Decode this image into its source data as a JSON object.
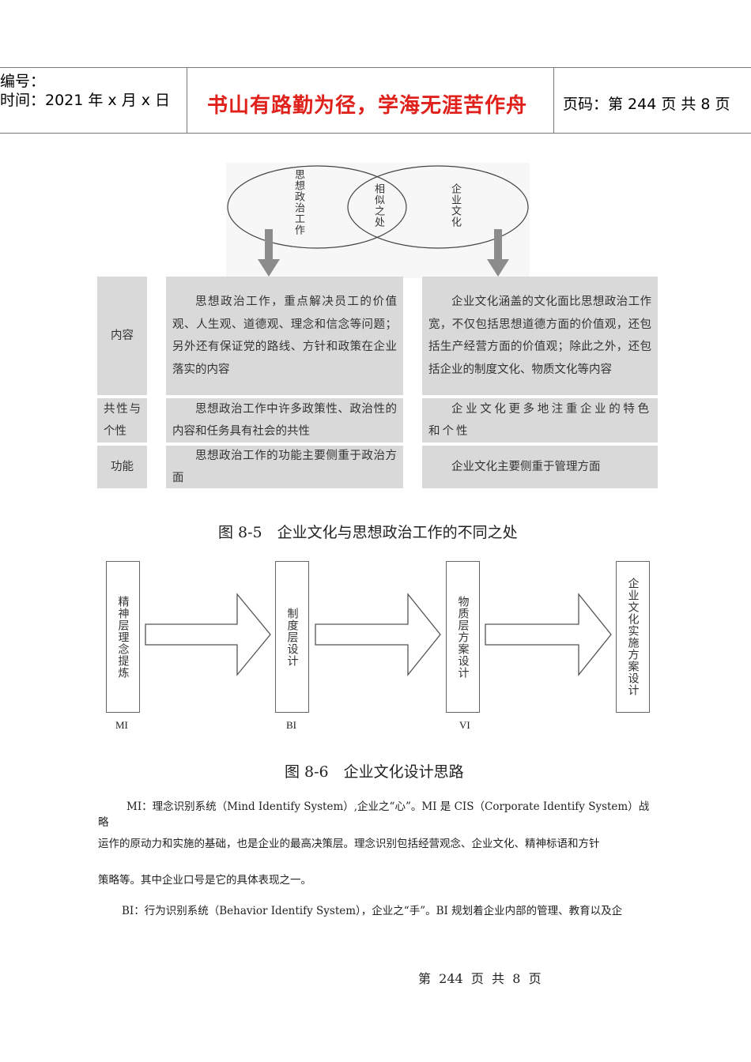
{
  "header": {
    "number_label": "编号：",
    "time_label": "时间：2021 年 x 月 x 日",
    "motto": "书山有路勤为径，学海无涯苦作舟",
    "page_label": "页码：第 244 页  共 8 页"
  },
  "venn": {
    "left": "思想政治工作",
    "middle": "相似之处",
    "right": "企业文化"
  },
  "table": {
    "rows": [
      {
        "label": "内容",
        "left": "思想政治工作，重点解决员工的价值观、人生观、道德观、理念和信念等问题；另外还有保证党的路线、方针和政策在企业落实的内容",
        "right": "企业文化涵盖的文化面比思想政治工作宽，不仅包括思想道德方面的价值观，还包括生产经营方面的价值观；除此之外，还包括企业的制度文化、物质文化等内容"
      },
      {
        "label": "共性与个性",
        "left": "思想政治工作中许多政策性、政治性的内容和任务具有社会的共性",
        "right": "企业文化更多地注重企业的特色和个性"
      },
      {
        "label": "功能",
        "left": "思想政治工作的功能主要侧重于政治方面",
        "right": "企业文化主要侧重于管理方面"
      }
    ]
  },
  "fig85_caption": "图 8-5　企业文化与思想政治工作的不同之处",
  "flow": {
    "steps": [
      {
        "text": "精神层理念提炼",
        "label": "MI"
      },
      {
        "text": "制度层设计",
        "label": "BI"
      },
      {
        "text": "物质层方案设计",
        "label": "VI"
      },
      {
        "text": "企业文化实施方案设计",
        "label": ""
      }
    ]
  },
  "fig86_caption": "图 8-6　企业文化设计思路",
  "paragraphs": [
    "MI：理念识别系统（Mind Identify System）,企业之“心”。MI 是 CIS（Corporate Identify System）战略",
    "运作的原动力和实施的基础，也是企业的最高决策层。理念识别包括经营观念、企业文化、精神标语和方针",
    "策略等。其中企业口号是它的具体表现之一。",
    "BI：行为识别系统（Behavior Identify System），企业之“手”。BI 规划着企业内部的管理、教育以及企"
  ],
  "footer": "第  244  页  共  8  页"
}
